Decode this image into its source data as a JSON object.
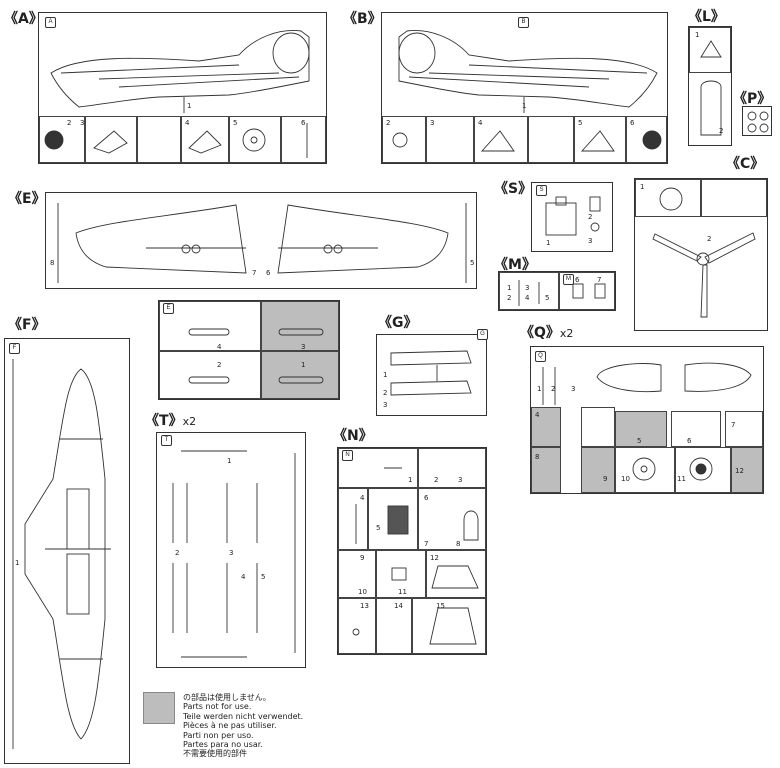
{
  "sprues": {
    "A": {
      "label": "A",
      "numbers": [
        "1",
        "2",
        "3",
        "4",
        "5",
        "6"
      ]
    },
    "B": {
      "label": "B",
      "numbers": [
        "1",
        "2",
        "3",
        "4",
        "5",
        "6"
      ]
    },
    "L": {
      "label": "L",
      "numbers": [
        "1",
        "2"
      ]
    },
    "P": {
      "label": "P"
    },
    "C": {
      "label": "C",
      "numbers": [
        "1",
        "2"
      ]
    },
    "E": {
      "label": "E",
      "numbers": [
        "1",
        "2",
        "3",
        "4",
        "5",
        "6",
        "7",
        "8"
      ]
    },
    "S": {
      "label": "S",
      "numbers": [
        "1",
        "2",
        "3"
      ]
    },
    "M": {
      "label": "M",
      "numbers": [
        "1",
        "2",
        "3",
        "4",
        "5",
        "6",
        "7"
      ]
    },
    "F": {
      "label": "F",
      "numbers": [
        "1"
      ]
    },
    "G": {
      "label": "G",
      "numbers": [
        "1",
        "2",
        "3"
      ]
    },
    "Q": {
      "label": "Q",
      "multiplier": "x2",
      "numbers": [
        "1",
        "2",
        "3",
        "4",
        "5",
        "6",
        "7",
        "8",
        "9",
        "10",
        "11",
        "12"
      ]
    },
    "T": {
      "label": "T",
      "multiplier": "x2",
      "numbers": [
        "1",
        "2",
        "3",
        "4",
        "5"
      ]
    },
    "N": {
      "label": "N",
      "numbers": [
        "1",
        "2",
        "3",
        "4",
        "5",
        "6",
        "7",
        "8",
        "9",
        "10",
        "11",
        "12",
        "13",
        "14",
        "15"
      ]
    }
  },
  "legend": {
    "lines": [
      "の部品は使用しません。",
      "Parts not for use.",
      "Teile werden nicht verwendet.",
      "Pièces à ne pas utiliser.",
      "Parti non per uso.",
      "Partes para no usar.",
      "不需要使用的部件"
    ]
  }
}
